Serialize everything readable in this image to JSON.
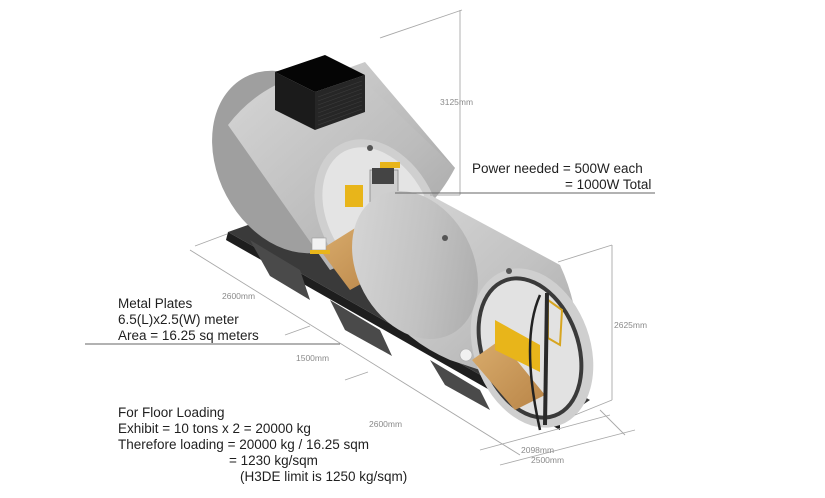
{
  "diagram": {
    "subject": "Two concrete pipe pods on metal base plates, isometric view",
    "dimensions": {
      "overall_height": "3125mm",
      "pipe_height": "2625mm",
      "plate_segment_1": "2600mm",
      "gap": "1500mm",
      "plate_segment_2": "2600mm",
      "inner_width": "2098mm",
      "outer_width": "2500mm"
    },
    "power_note": {
      "line1": "Power needed = 500W each",
      "line2": "= 1000W Total"
    },
    "plates_note": {
      "line1": "Metal Plates",
      "line2": "6.5(L)x2.5(W) meter",
      "line3": "Area = 16.25 sq meters"
    },
    "loading_note": {
      "line1": "For Floor Loading",
      "line2": "Exhibit = 10 tons x 2 = 20000 kg",
      "line3": "Therefore loading = 20000 kg / 16.25 sqm",
      "line4": "= 1230 kg/sqm",
      "line5": "(H3DE limit is 1250 kg/sqm)"
    },
    "colors": {
      "concrete": "#bdbdbd",
      "concrete_dark": "#8f8f8f",
      "base_plate": "#2e2e2e",
      "ac_unit": "#111111",
      "floor_wood": "#c99a5b",
      "accent_yellow": "#e8b51a",
      "dim_line": "#9a9a9a"
    }
  }
}
